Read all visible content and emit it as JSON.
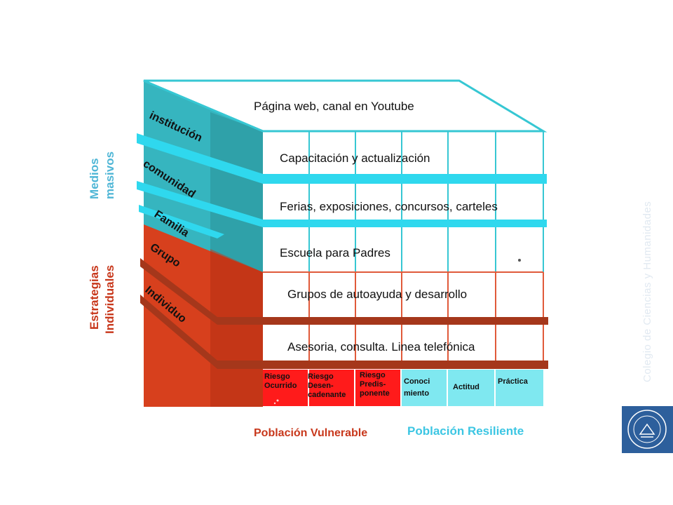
{
  "bands": [
    "Página web, canal en Youtube",
    "Capacitación y actualización",
    "Ferias, exposiciones, concursos, carteles",
    "Escuela para Padres",
    "Grupos de autoayuda y desarrollo",
    "Asesoria, consulta. Linea telefónica"
  ],
  "side_labels": [
    "institución",
    "comunidad",
    "Familia",
    "Grupo",
    "Individuo"
  ],
  "bottom_cells": [
    {
      "line1": "Riesgo",
      "line2": "Ocurrido",
      "line3": ""
    },
    {
      "line1": "Riesgo",
      "line2": "Desen-",
      "line3": "cadenante"
    },
    {
      "line1": "Riesgo",
      "line2": "Predis-",
      "line3": "ponente"
    },
    {
      "line1": "Conoci",
      "line2": "miento",
      "line3": ""
    },
    {
      "line1": "Actitud",
      "line2": "",
      "line3": ""
    },
    {
      "line1": "Práctica",
      "line2": "",
      "line3": ""
    }
  ],
  "group_labels": {
    "medios_line1": "Medios",
    "medios_line2": "masivos",
    "estrategias_line1": "Estrategias",
    "estrategias_line2": "Individuales"
  },
  "populations": {
    "vulnerable": "Población Vulnerable",
    "resilient": "Población Resiliente"
  },
  "watermark": "Colegio de Ciencias y Humanidades",
  "colors": {
    "cyan_face": "#36b5bf",
    "cyan_dark": "#2a8f98",
    "cyan_line": "#2fd8ee",
    "red_face": "#d7401d",
    "red_dark": "#b52e12",
    "red_cell": "#ff1b1b",
    "resilient_cell": "#7fe8f0"
  }
}
